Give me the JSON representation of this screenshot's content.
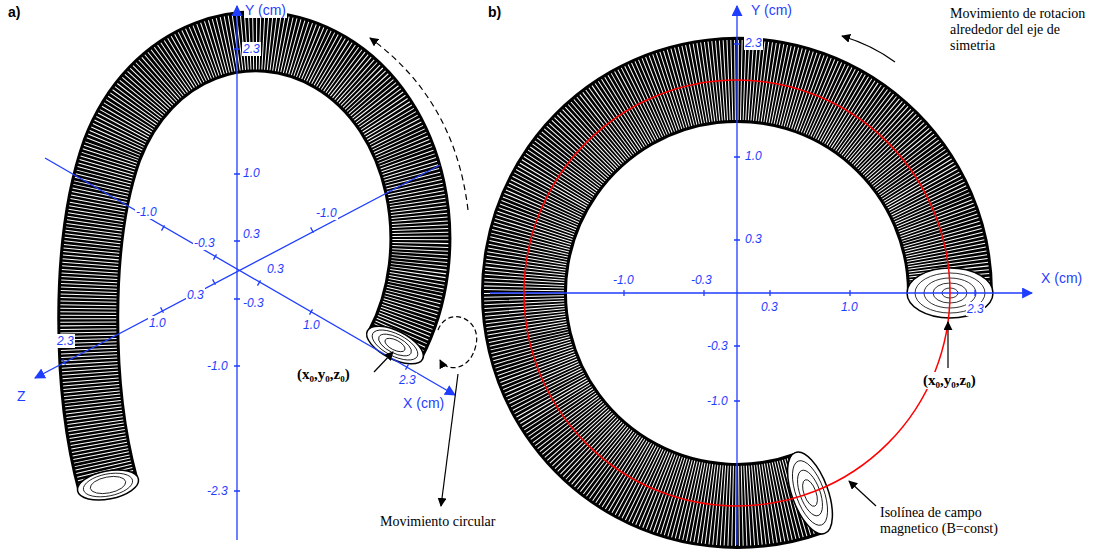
{
  "diagram": {
    "labels": [
      "a)",
      "Y (cm)",
      "2.3",
      "1.0",
      "-1.0",
      "-1.0",
      "0.3",
      "-0.3",
      "0.3",
      "0.3",
      "-0.3",
      "1.0",
      "1.0",
      "2.3",
      "-1.0",
      "2.3",
      "(x₀,y₀,z₀)",
      "X (cm)",
      "Z",
      "-2.3",
      "Movimiento circular",
      "b)",
      "Y (cm)",
      "Movimiento de rotacion alrededor del eje de simetria",
      "2.3",
      "1.0",
      "0.3",
      "X (cm)",
      "-1.0",
      "-0.3",
      "0.3",
      "1.0",
      "2.3",
      "(x₀,y₀,z₀)",
      "-0.3",
      "-1.0",
      "Isolínea de campo magnetico (B=const)"
    ]
  }
}
